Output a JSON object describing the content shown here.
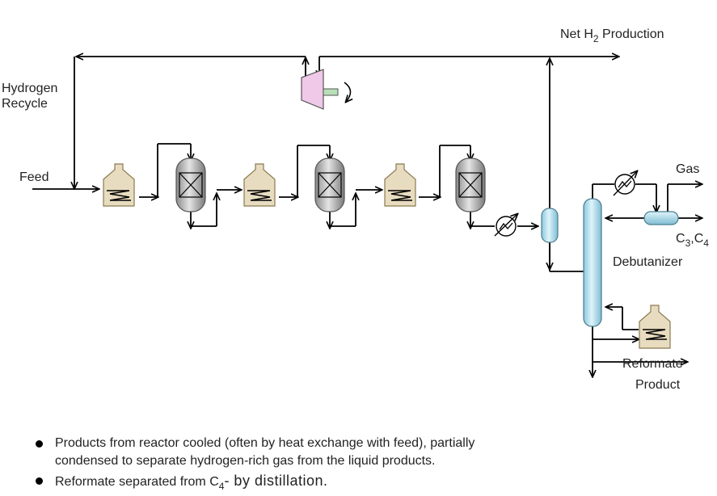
{
  "labels": {
    "net_h2_prefix": "Net H",
    "net_h2_sub": "2",
    "net_h2_suffix": " Production",
    "hydrogen_recycle_line1": "Hydrogen",
    "hydrogen_recycle_line2": "Recycle",
    "feed": "Feed",
    "gas": "Gas",
    "c3c4_a": "C",
    "c3c4_sub1": "3",
    "c3c4_b": ",C",
    "c3c4_sub2": "4",
    "debutanizer": "Debutanizer",
    "reformate_product_line1": "Reformate",
    "reformate_product_line2": "Product"
  },
  "bullets": [
    {
      "text_line1": "Products from reactor cooled (often by heat exchange with feed), partially",
      "text_line2": "condensed to separate hydrogen-rich gas from the liquid products."
    },
    {
      "text_prefix": "Reformate separated from C",
      "text_sub": "4",
      "text_suffix": "- by distillation."
    }
  ],
  "colors": {
    "furnace_fill": "#e8dcc0",
    "compressor_fill": "#f0c8e8",
    "vessel_fill": "#bfe6f2",
    "reactor_fill": "#bdbdbd",
    "motor_shaft": "#b8e0b8"
  }
}
